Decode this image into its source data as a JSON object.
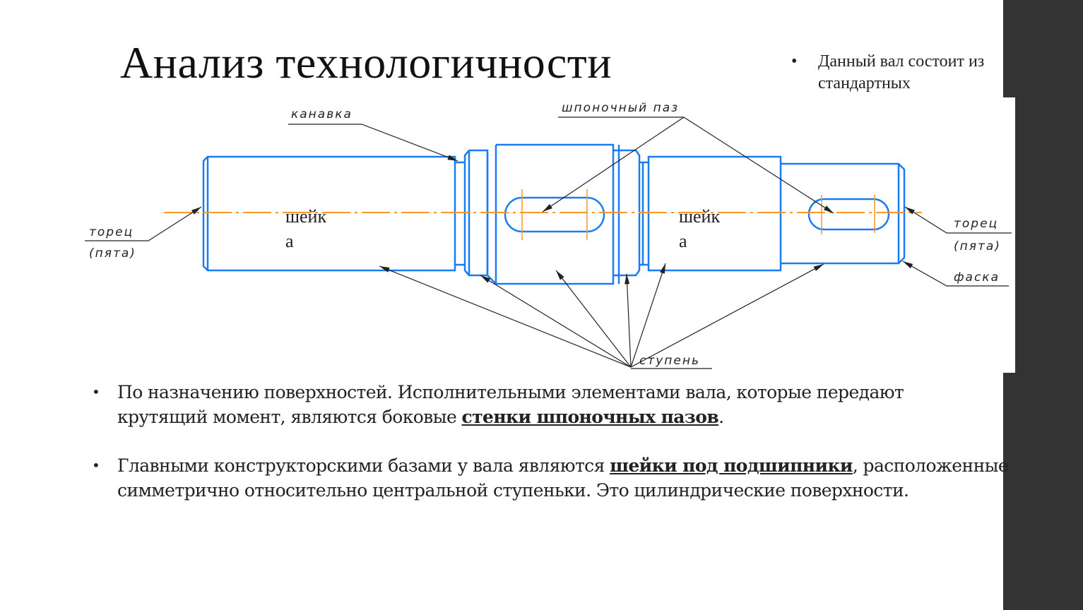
{
  "slide": {
    "title": "Анализ технологичности",
    "side_bullet": "Данный вал состоит из стандартных",
    "bullet_char": "•"
  },
  "drawing": {
    "labels": {
      "groove": "канавка",
      "keyway": "шпоночный паз",
      "end_face_left": "торец",
      "end_face_left_sub": "(пята)",
      "end_face_right": "торец",
      "end_face_right_sub": "(пята)",
      "chamfer": "фаска",
      "step": "ступень",
      "journal_left_1": "шейк",
      "journal_left_2": "а",
      "journal_right_1": "шейк",
      "journal_right_2": "а"
    },
    "colors": {
      "outline": "#1a7cf5",
      "centerline": "#f7962d",
      "leader": "#222222"
    }
  },
  "bullets": [
    {
      "before": "По назначению поверхностей. Исполнительными элементами вала, которые передают крутящий момент, являются боковые ",
      "bold": "стенки шпоночных пазов",
      "after": "."
    },
    {
      "before": "Главными конструкторскими базами у вала являются ",
      "bold": "шейки под подшипники",
      "after": ", расположенные симметрично относительно центральной  ступеньки. Это цилиндрические поверхности."
    }
  ]
}
